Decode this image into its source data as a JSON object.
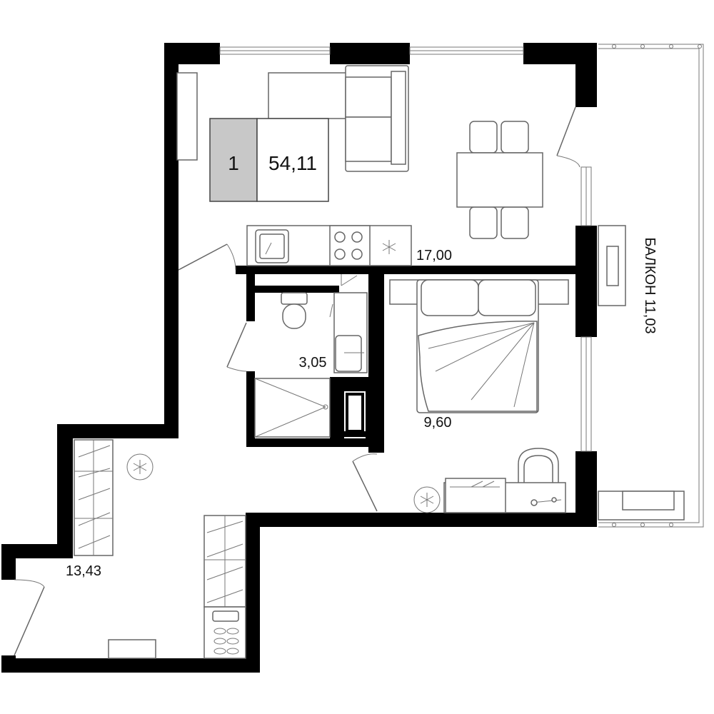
{
  "badge": {
    "rooms": "1",
    "total_area": "54,11",
    "badge_color": "#c8c8c8"
  },
  "rooms": {
    "living_kitchen": "17,00",
    "bathroom": "3,05",
    "bedroom": "9,60",
    "hall": "13,43",
    "balcony": "БАЛКОН 11,03"
  },
  "colors": {
    "wall": "#000000",
    "furniture_stroke": "#666666",
    "background": "#ffffff"
  }
}
